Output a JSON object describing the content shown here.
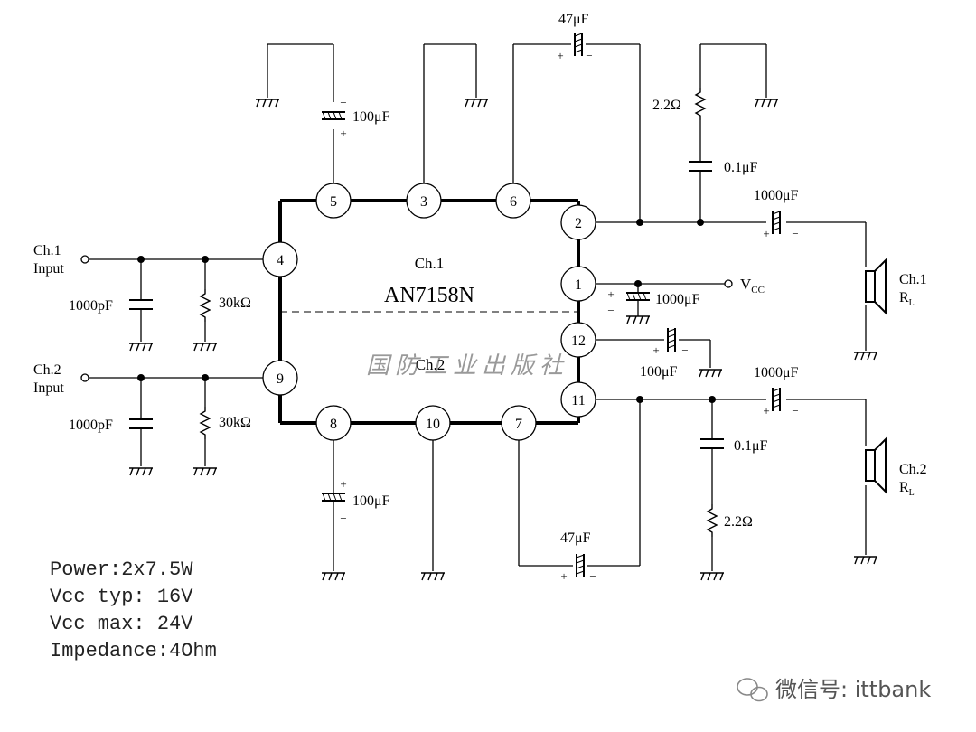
{
  "chip": {
    "name": "AN7158N",
    "ch1": "Ch.1",
    "ch2": "Ch.2"
  },
  "pins": {
    "p1": "1",
    "p2": "2",
    "p3": "3",
    "p4": "4",
    "p5": "5",
    "p6": "6",
    "p7": "7",
    "p8": "8",
    "p9": "9",
    "p10": "10",
    "p11": "11",
    "p12": "12"
  },
  "inputs": {
    "ch1_line1": "Ch.1",
    "ch1_line2": "Input",
    "ch2_line1": "Ch.2",
    "ch2_line2": "Input"
  },
  "components": {
    "c_in1": "1000pF",
    "r_in1": "30kΩ",
    "c_in2": "1000pF",
    "r_in2": "30kΩ",
    "c5": "100μF",
    "c8": "100μF",
    "c6_top": "47μF",
    "c7_bottom": "47μF",
    "r_zobel1": "2.2Ω",
    "c_zobel1": "0.1μF",
    "r_zobel2": "2.2Ω",
    "c_zobel2": "0.1μF",
    "c_out1": "1000μF",
    "c_out2": "1000μF",
    "c_vcc": "1000μF",
    "c12": "100μF"
  },
  "supply": {
    "vcc_main": "V",
    "vcc_sub": "CC"
  },
  "speakers": {
    "ch1_label": "Ch.1",
    "ch1_r": "R",
    "ch1_sub": "L",
    "ch2_label": "Ch.2",
    "ch2_r": "R",
    "ch2_sub": "L"
  },
  "polarity": {
    "plus": "+",
    "minus": "−"
  },
  "specs": {
    "power": "Power:2x7.5W",
    "vcc_typ": "Vcc typ: 16V",
    "vcc_max": "Vcc max: 24V",
    "impedance": "Impedance:4Ohm"
  },
  "watermarks": {
    "publisher": "国防工业出版社",
    "wechat": "微信号: ittbank"
  }
}
